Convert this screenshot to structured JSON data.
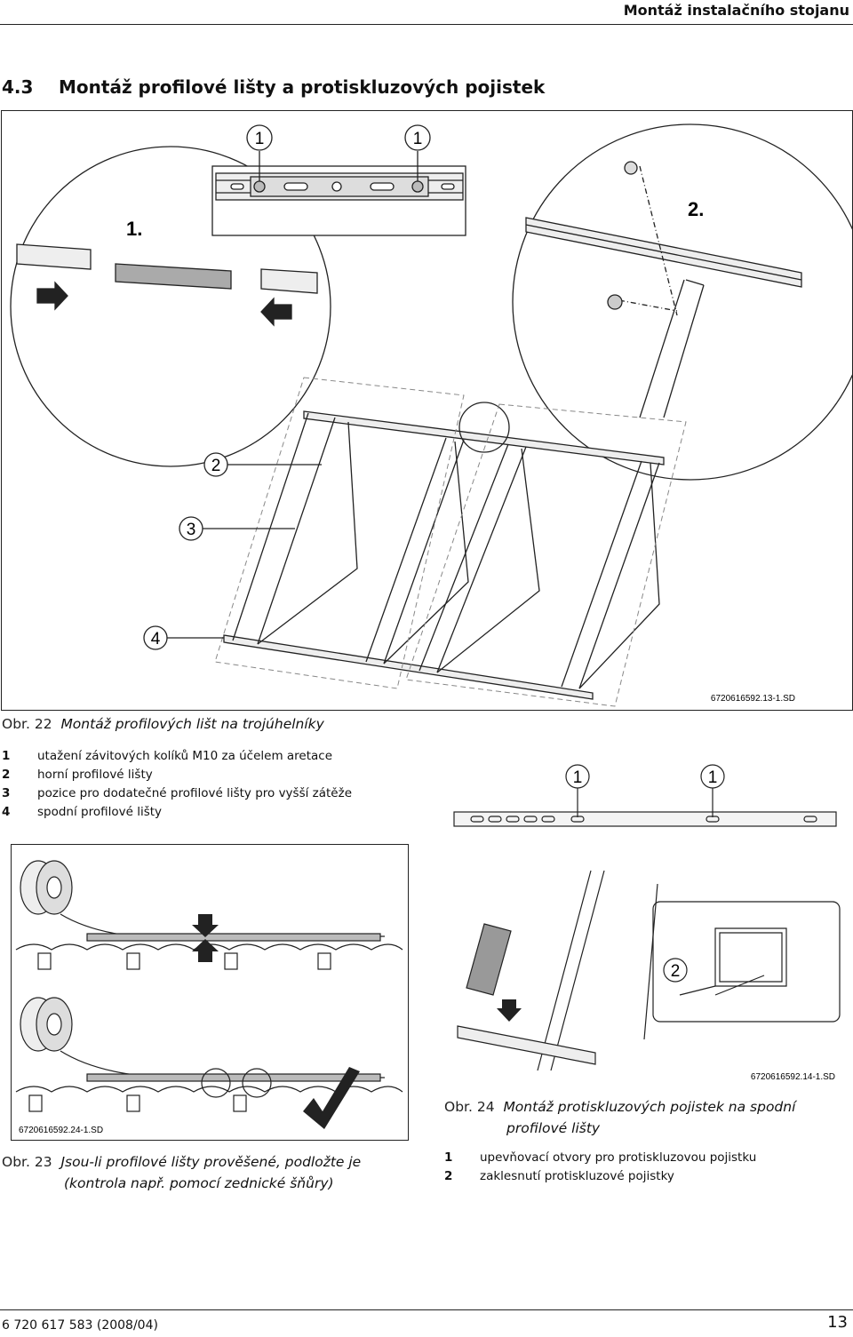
{
  "header": {
    "title": "Montáž instalačního stojanu"
  },
  "section": {
    "number": "4.3",
    "title": "Montáž profilové lišty a protiskluzových pojistek"
  },
  "figure22": {
    "id": "6720616592.13-1.SD",
    "step1": "1.",
    "step2": "2.",
    "callout_1": "1",
    "callout_2": "2",
    "callout_3": "3",
    "callout_4": "4",
    "caption_label": "Obr. 22",
    "caption_text": "Montáž profilových lišt na trojúhelníky",
    "legend": [
      {
        "num": "1",
        "text": "utažení závitových kolíků M10 za účelem aretace"
      },
      {
        "num": "2",
        "text": "horní profilové lišty"
      },
      {
        "num": "3",
        "text": "pozice pro dodatečné profilové lišty pro vyšší zátěže"
      },
      {
        "num": "4",
        "text": "spodní profilové lišty"
      }
    ]
  },
  "rail_detail": {
    "callout_a": "1",
    "callout_b": "1"
  },
  "figure23": {
    "id": "6720616592.24-1.SD",
    "caption_label": "Obr. 23",
    "caption_text_line1": "Jsou-li profilové lišty prověšené, podložte je",
    "caption_text_line2": "(kontrola např. pomocí zednické šňůry)"
  },
  "figure24": {
    "id": "6720616592.14-1.SD",
    "callout_2": "2",
    "caption_label": "Obr. 24",
    "caption_text_line1": "Montáž protiskluzových pojistek na spodní",
    "caption_text_line2": "profilové lišty",
    "legend": [
      {
        "num": "1",
        "text": "upevňovací otvory pro protiskluzovou pojistku"
      },
      {
        "num": "2",
        "text": "zaklesnutí protiskluzové pojistky"
      }
    ]
  },
  "footer": {
    "doc_number": "6 720 617 583 (2008/04)",
    "page": "13"
  }
}
